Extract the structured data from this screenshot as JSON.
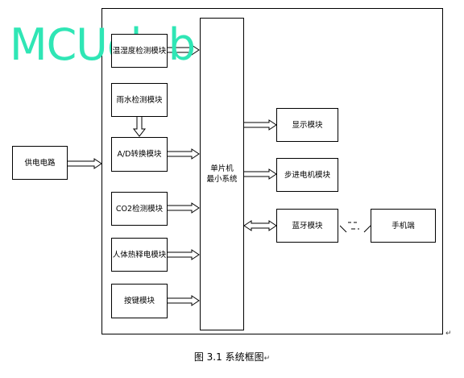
{
  "diagram": {
    "power_supply": "供电电路",
    "input_modules": [
      {
        "key": "temp",
        "label": "温湿度检测模块"
      },
      {
        "key": "rain",
        "label": "雨水检测模块"
      },
      {
        "key": "adc",
        "label": "A/D转换模块"
      },
      {
        "key": "co2",
        "label": "CO2检测模块"
      },
      {
        "key": "pir",
        "label": "人体热释电模块"
      },
      {
        "key": "keys",
        "label": "按键模块"
      }
    ],
    "mcu": {
      "line1": "单片机",
      "line2": "最小系统"
    },
    "output_modules": [
      {
        "key": "display",
        "label": "显示模块"
      },
      {
        "key": "stepper",
        "label": "步进电机模块"
      },
      {
        "key": "bluetooth",
        "label": "蓝牙模块"
      }
    ],
    "phone": "手机端"
  },
  "caption": {
    "text": "图 3.1  系统框图",
    "return_mark": "↵"
  },
  "watermark": "MCUclub",
  "colors": {
    "watermark": "#2fe6b5",
    "line": "#000000"
  }
}
